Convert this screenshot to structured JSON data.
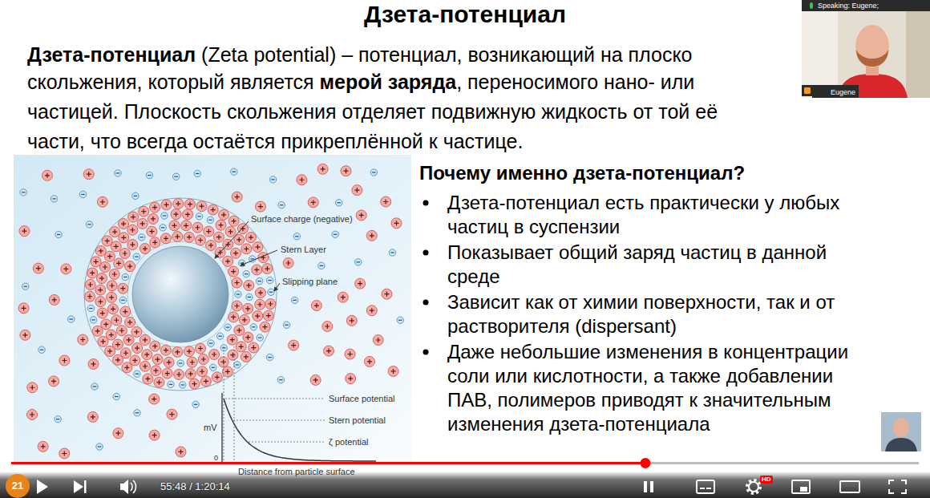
{
  "diagram": {
    "title": "Дзета-потенциал",
    "nodes": [
      {
        "text": [
          "Speaking: Eugene;"
        ]
      },
      {
        "text": [
          "Eugene"
        ],
        "in": 0
      },
      {
        "text": [
          "HD"
        ]
      },
      {
        "text": [
          "21"
        ]
      }
    ],
    "labels": [
      "Дзета-потенциал",
      "(Zeta potential) – потенциал, возникающий на плоско",
      "скольжения, который является",
      "мерой заряда",
      ", переносимого нано- или",
      "частицей. Плоскость скольжения отделяет подвижную жидкость от той её",
      "части, что всегда остаётся прикреплённой к частице.",
      "Почему именно дзета-потенциал?",
      "Дзета-потенциал есть практически у любых частиц в суспензии",
      "Показывает общий заряд частиц в данной среде",
      "Зависит как от химии поверхности, так и от растворителя (dispersant)",
      "Даже небольшие изменения в концентрации соли или кислотности, а также добавлении ПАВ, полимеров приводят к значительным изменения дзета-потенциала",
      "Surface charge (negative)",
      "Stern Layer",
      "Slipping plane",
      "Surface potential",
      "Stern potential",
      "ζ potential",
      "mV",
      "0",
      "Distance from particle surface",
      "55:48 / 1:20:14"
    ]
  }
}
